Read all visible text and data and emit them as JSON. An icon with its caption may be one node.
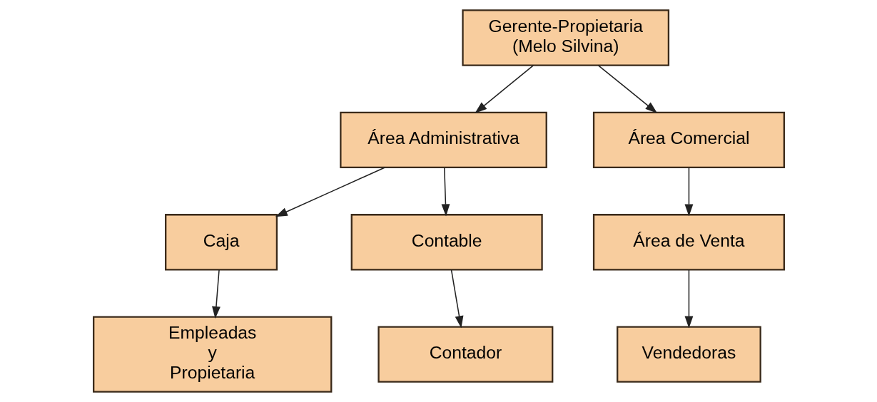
{
  "diagram": {
    "nodes": [
      {
        "text": [
          "Gerente-Propietaria (Melo Silvina)"
        ]
      },
      {
        "text": [
          "Área Administrativa"
        ]
      },
      {
        "text": [
          "Área Comercial"
        ]
      },
      {
        "text": [
          "Caja"
        ]
      },
      {
        "text": [
          "Contable"
        ]
      },
      {
        "text": [
          "Área de Venta"
        ]
      },
      {
        "text": [
          "Empleadas y Propietaria"
        ]
      },
      {
        "text": [
          "Contador"
        ]
      },
      {
        "text": [
          "Vendedoras"
        ]
      }
    ],
    "edges": [
      {
        "from": 0,
        "to": 1,
        "arrow": "to"
      },
      {
        "from": 0,
        "to": 2,
        "arrow": "to"
      },
      {
        "from": 1,
        "to": 3,
        "arrow": "to"
      },
      {
        "from": 1,
        "to": 4,
        "arrow": "to"
      },
      {
        "from": 2,
        "to": 5,
        "arrow": "to"
      },
      {
        "from": 3,
        "to": 6,
        "arrow": "to"
      },
      {
        "from": 4,
        "to": 7,
        "arrow": "to"
      },
      {
        "from": 5,
        "to": 8,
        "arrow": "to"
      }
    ]
  }
}
